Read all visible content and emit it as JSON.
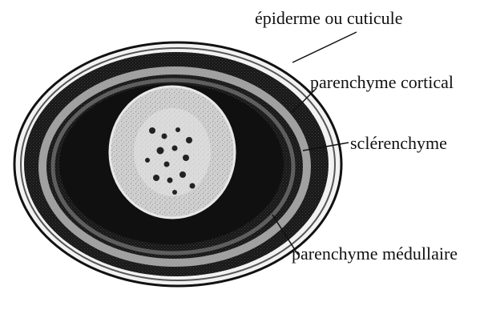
{
  "diagram": {
    "labels": {
      "epiderme": "épiderme ou cuticule",
      "parenchyme_cortical": "parenchyme cortical",
      "sclerenchyme": "sclérenchyme",
      "parenchyme_medullaire": "parenchyme médullaire"
    },
    "colors": {
      "outer_ring": "#e8e8e8",
      "cortex": "#141414",
      "sclerenchyme_band": "#b9b9b9",
      "medulla": "#dcdcdc",
      "vascular_dots": "#222222",
      "leader_lines": "#111111"
    }
  }
}
